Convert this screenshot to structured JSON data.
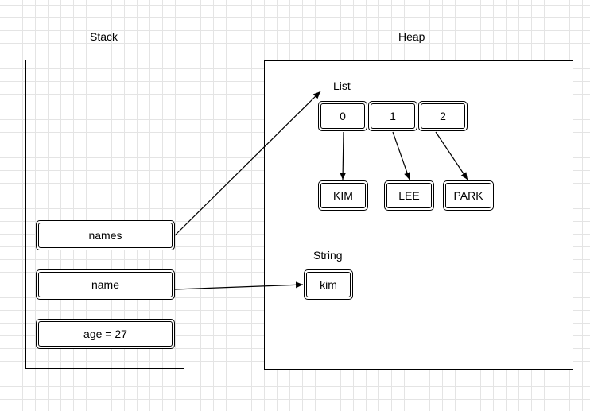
{
  "stack": {
    "title": "Stack",
    "cells": [
      "names",
      "name",
      "age = 27"
    ]
  },
  "heap": {
    "title": "Heap",
    "list_title": "List",
    "list_indices": [
      "0",
      "1",
      "2"
    ],
    "list_values": [
      "KIM",
      "LEE",
      "PARK"
    ],
    "string_title": "String",
    "string_value": "kim"
  },
  "colors": {
    "stroke": "#000000",
    "grid": "#e4e4e4",
    "background": "#ffffff"
  }
}
